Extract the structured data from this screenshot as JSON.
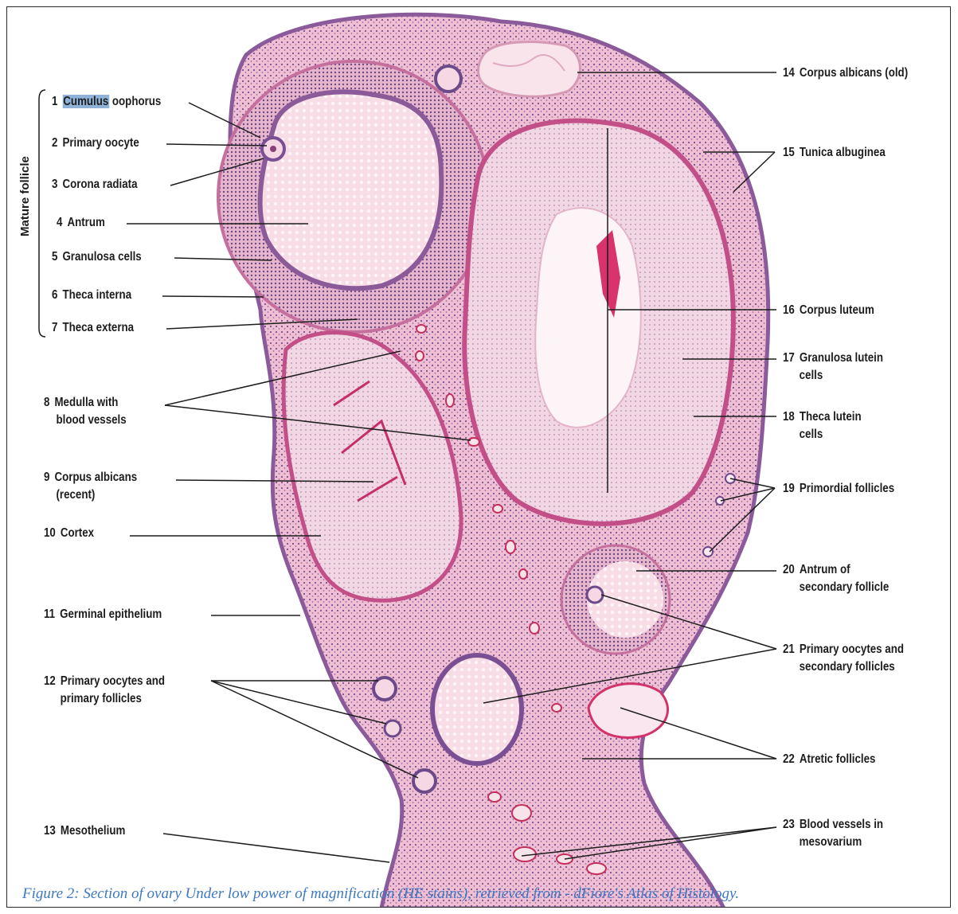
{
  "diagram": {
    "group_label": "Mature follicle",
    "labels": [
      {
        "num": "1",
        "pre": "",
        "hl": "Cumulus",
        "text": " oophorus"
      },
      {
        "num": "2",
        "text": "Primary oocyte"
      },
      {
        "num": "3",
        "text": "Corona radiata"
      },
      {
        "num": "4",
        "text": "Antrum"
      },
      {
        "num": "5",
        "text": "Granulosa cells"
      },
      {
        "num": "6",
        "text": "Theca interna"
      },
      {
        "num": "7",
        "text": "Theca externa"
      },
      {
        "num": "8",
        "text": "Medulla with",
        "text2": "blood vessels"
      },
      {
        "num": "9",
        "text": "Corpus albicans",
        "text2": "(recent)"
      },
      {
        "num": "10",
        "text": "Cortex"
      },
      {
        "num": "11",
        "text": "Germinal epithelium"
      },
      {
        "num": "12",
        "text": "Primary oocytes and",
        "text2": "primary follicles"
      },
      {
        "num": "13",
        "text": "Mesothelium"
      },
      {
        "num": "14",
        "text": "Corpus albicans (old)"
      },
      {
        "num": "15",
        "text": "Tunica albuginea"
      },
      {
        "num": "16",
        "text": "Corpus luteum"
      },
      {
        "num": "17",
        "text": "Granulosa lutein",
        "text2": "cells"
      },
      {
        "num": "18",
        "text": "Theca lutein",
        "text2": "cells"
      },
      {
        "num": "19",
        "text": "Primordial follicles"
      },
      {
        "num": "20",
        "text": "Antrum of",
        "text2": "secondary follicle"
      },
      {
        "num": "21",
        "text": "Primary oocytes and",
        "text2": "secondary follicles"
      },
      {
        "num": "22",
        "text": "Atretic follicles"
      },
      {
        "num": "23",
        "text": "Blood vessels in",
        "text2": "mesovarium"
      }
    ]
  },
  "caption": "Figure 2: Section of ovary Under low power of magnification (HE stains), retrieved from - dFiore's Atlas of Histology."
}
